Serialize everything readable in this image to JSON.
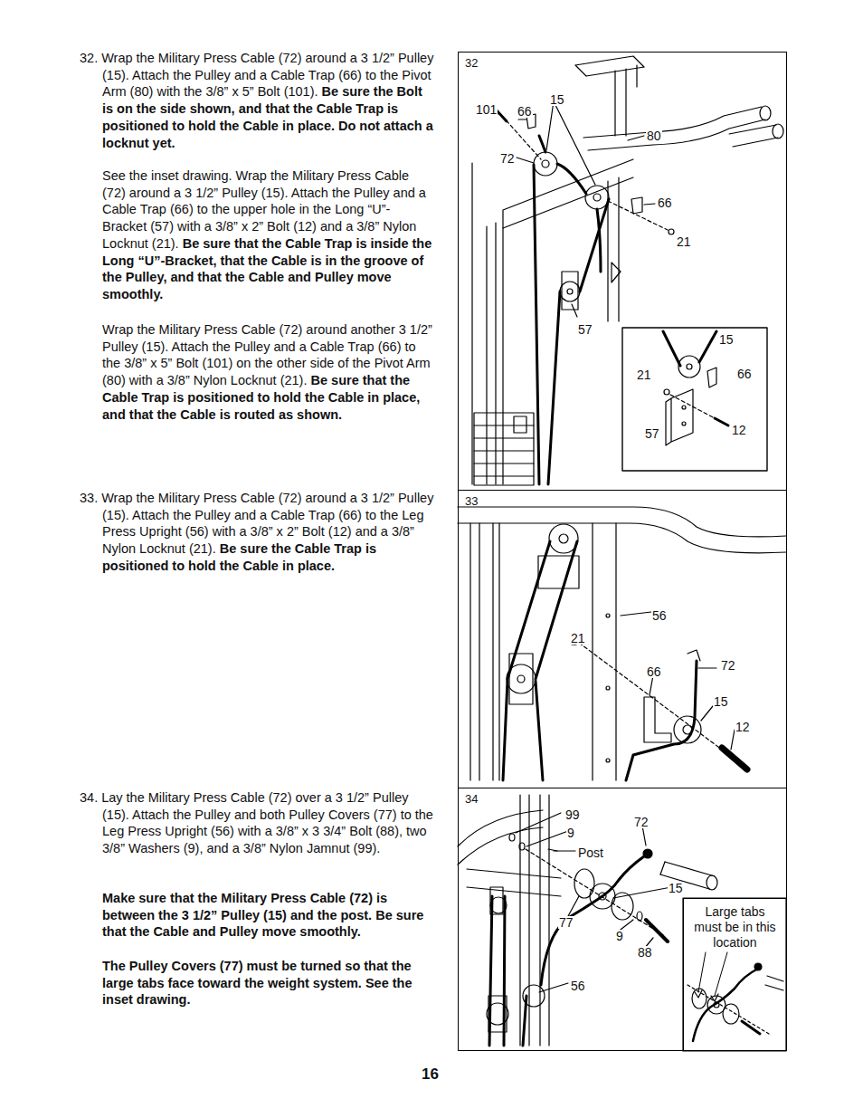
{
  "diagram": {
    "nodes": [
      {
        "text": [
          "32"
        ]
      },
      {
        "text": [
          "33"
        ]
      },
      {
        "text": [
          "34"
        ]
      },
      {
        "text": [
          "Large tabs must be in this location"
        ],
        "in": 2
      }
    ],
    "labels": [
      "32. Wrap the Military Press Cable (72) around a 3 1/2” Pulley (15). Attach the Pulley and a Cable Trap (66) to the Pivot Arm (80) with the 3/8” x 5” Bolt (101).",
      "Be sure the Bolt is on the side shown, and that the Cable Trap is positioned to hold the Cable in place. Do not attach a locknut yet.",
      "See the inset drawing. Wrap the Military Press Cable (72) around a 3 1/2” Pulley (15). Attach the Pulley and a Cable Trap (66) to the upper hole in the Long “U”-Bracket (57) with a 3/8” x 2” Bolt (12) and a 3/8” Nylon Locknut (21).",
      "Be sure that the Cable Trap is inside the Long “U”-Bracket, that the Cable is in the groove of the Pulley, and that the Cable and Pulley move smoothly.",
      "Wrap the Military Press Cable (72) around another 3 1/2” Pulley (15). Attach the Pulley and a Cable Trap (66) to the 3/8” x 5” Bolt (101) on the other side of the Pivot Arm (80) with a 3/8” Nylon Locknut (21).",
      "Be sure that the Cable Trap is positioned to hold the Cable in place, and that the Cable is routed as shown.",
      "33. Wrap the Military Press Cable (72) around a 3 1/2” Pulley (15). Attach the Pulley and a Cable Trap (66) to the Leg Press Upright (56) with a 3/8” x 2” Bolt (12) and a 3/8” Nylon Locknut (21).",
      "Be sure the Cable Trap is positioned to hold the Cable in place.",
      "34. Lay the Military Press Cable (72) over a 3 1/2” Pulley (15). Attach the Pulley and both Pulley Covers (77) to the Leg Press Upright (56) with a 3/8” x 3 3/4” Bolt (88), two 3/8” Washers (9), and a 3/8” Nylon Jamnut (99).",
      "Make sure that the Military Press Cable (72) is between the 3 1/2” Pulley (15) and the post. Be sure that the Cable and Pulley move smoothly.",
      "The Pulley Covers (77) must be turned so that the large tabs face toward the weight system. See the inset drawing.",
      "101",
      "66",
      "15",
      "80",
      "72",
      "66",
      "21",
      "57",
      "15",
      "21",
      "66",
      "57",
      "12",
      "56",
      "21",
      "66",
      "72",
      "15",
      "12",
      "99",
      "9",
      "72",
      "Post",
      "15",
      "77",
      "9",
      "88",
      "56",
      "16"
    ]
  }
}
